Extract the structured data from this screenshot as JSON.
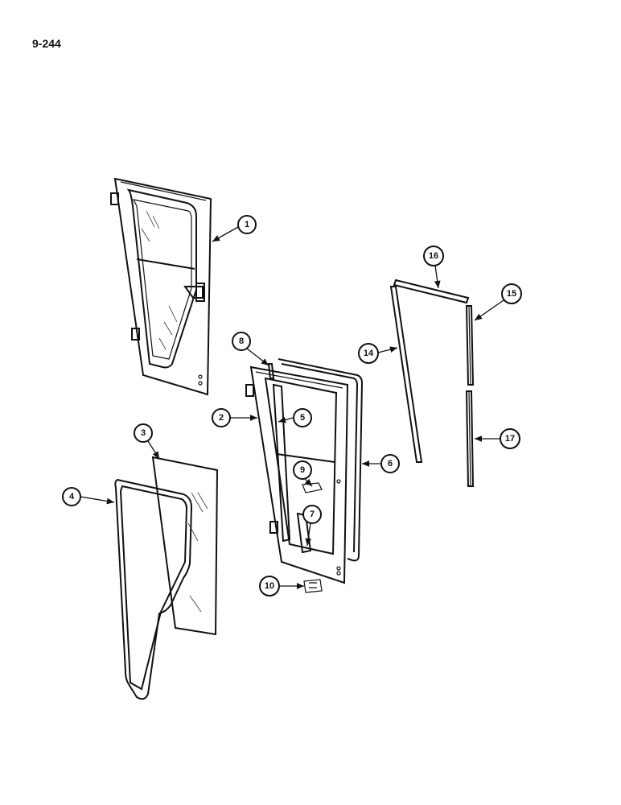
{
  "page_number": "9-244",
  "callouts": [
    {
      "id": "c1",
      "label": "1"
    },
    {
      "id": "c2",
      "label": "2"
    },
    {
      "id": "c3",
      "label": "3"
    },
    {
      "id": "c4",
      "label": "4"
    },
    {
      "id": "c5",
      "label": "5"
    },
    {
      "id": "c6",
      "label": "6"
    },
    {
      "id": "c7",
      "label": "7"
    },
    {
      "id": "c8",
      "label": "8"
    },
    {
      "id": "c9",
      "label": "9"
    },
    {
      "id": "c10",
      "label": "10"
    },
    {
      "id": "c14",
      "label": "14"
    },
    {
      "id": "c15",
      "label": "15"
    },
    {
      "id": "c16",
      "label": "16"
    },
    {
      "id": "c17",
      "label": "17"
    }
  ]
}
